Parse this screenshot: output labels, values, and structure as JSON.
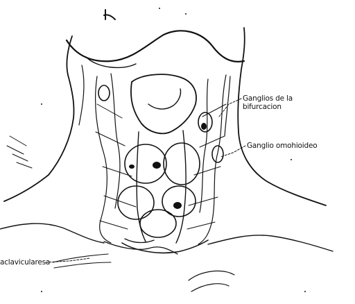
{
  "figure": {
    "labels": {
      "bifurcation": "Ganglios de la bifurcacion",
      "omohyoid": "Ganglio omohioideo",
      "subclavian": "aclavicularesa"
    }
  },
  "colors": {
    "ink": "#111111",
    "paper": "#ffffff"
  }
}
